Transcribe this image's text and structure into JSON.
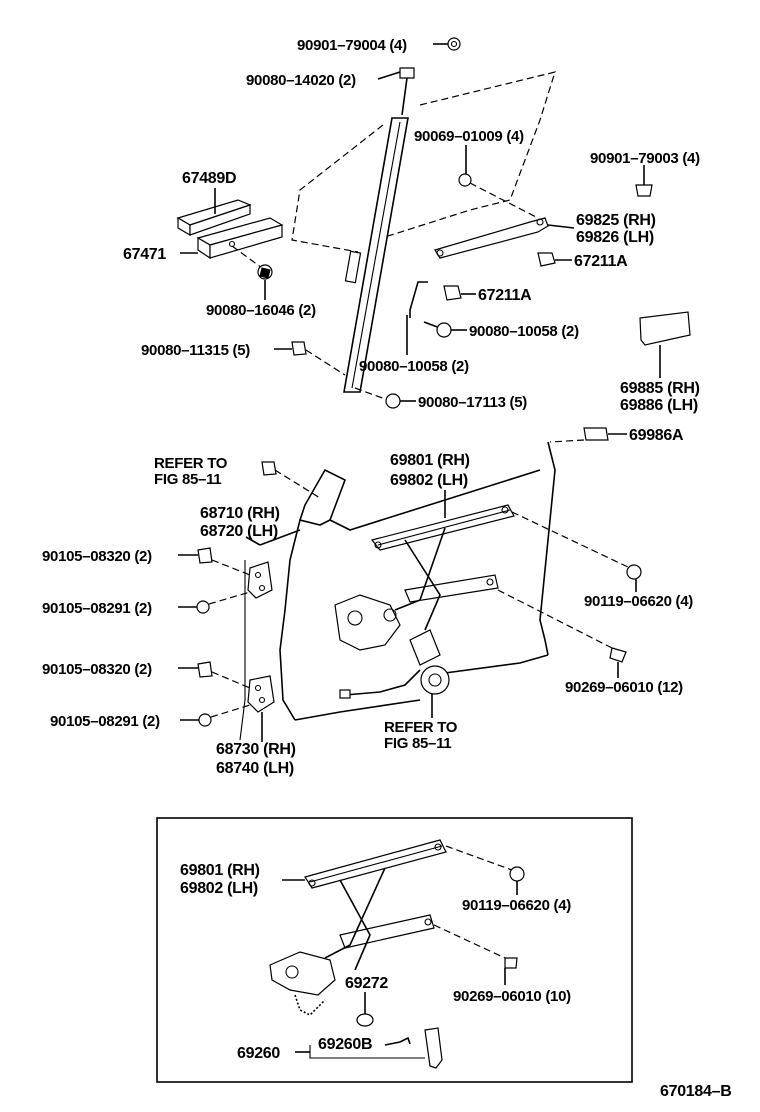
{
  "labels": {
    "p9090179004": "90901–79004 (4)",
    "p9008014020": "90080–14020 (2)",
    "p9006901009": "90069–01009 (4)",
    "p9090179003": "90901–79003 (4)",
    "p67489D": "67489D",
    "p67471": "67471",
    "p69825": "69825 (RH)",
    "p69826": "69826 (LH)",
    "p67211A_1": "67211A",
    "p67211A_2": "67211A",
    "p9008016046": "90080–16046 (2)",
    "p9008010058_1": "90080–10058 (2)",
    "p9008011315": "90080–11315 (5)",
    "p9008010058_2": "90080–10058 (2)",
    "p69885": "69885 (RH)",
    "p69886": "69886 (LH)",
    "p9008017113": "90080–17113 (5)",
    "p69986A": "69986A",
    "refer1a": "REFER TO",
    "refer1b": "FIG 85–11",
    "p69801a": "69801 (RH)",
    "p69802a": "69802 (LH)",
    "p68710": "68710 (RH)",
    "p68720": "68720 (LH)",
    "p9010508320_1": "90105–08320 (2)",
    "p9010508291_1": "90105–08291 (2)",
    "p9011906620_1": "90119–06620 (4)",
    "p9010508320_2": "90105–08320 (2)",
    "p9026906010_1": "90269–06010 (12)",
    "p9010508291_2": "90105–08291 (2)",
    "refer2a": "REFER TO",
    "refer2b": "FIG 85–11",
    "p68730": "68730 (RH)",
    "p68740": "68740 (LH)",
    "p69801b": "69801 (RH)",
    "p69802b": "69802 (LH)",
    "p9011906620_2": "90119–06620 (4)",
    "p69272": "69272",
    "p9026906010_2": "90269–06010 (10)",
    "p69260": "69260",
    "p69260B": "69260B",
    "figure_code": "670184–B"
  }
}
